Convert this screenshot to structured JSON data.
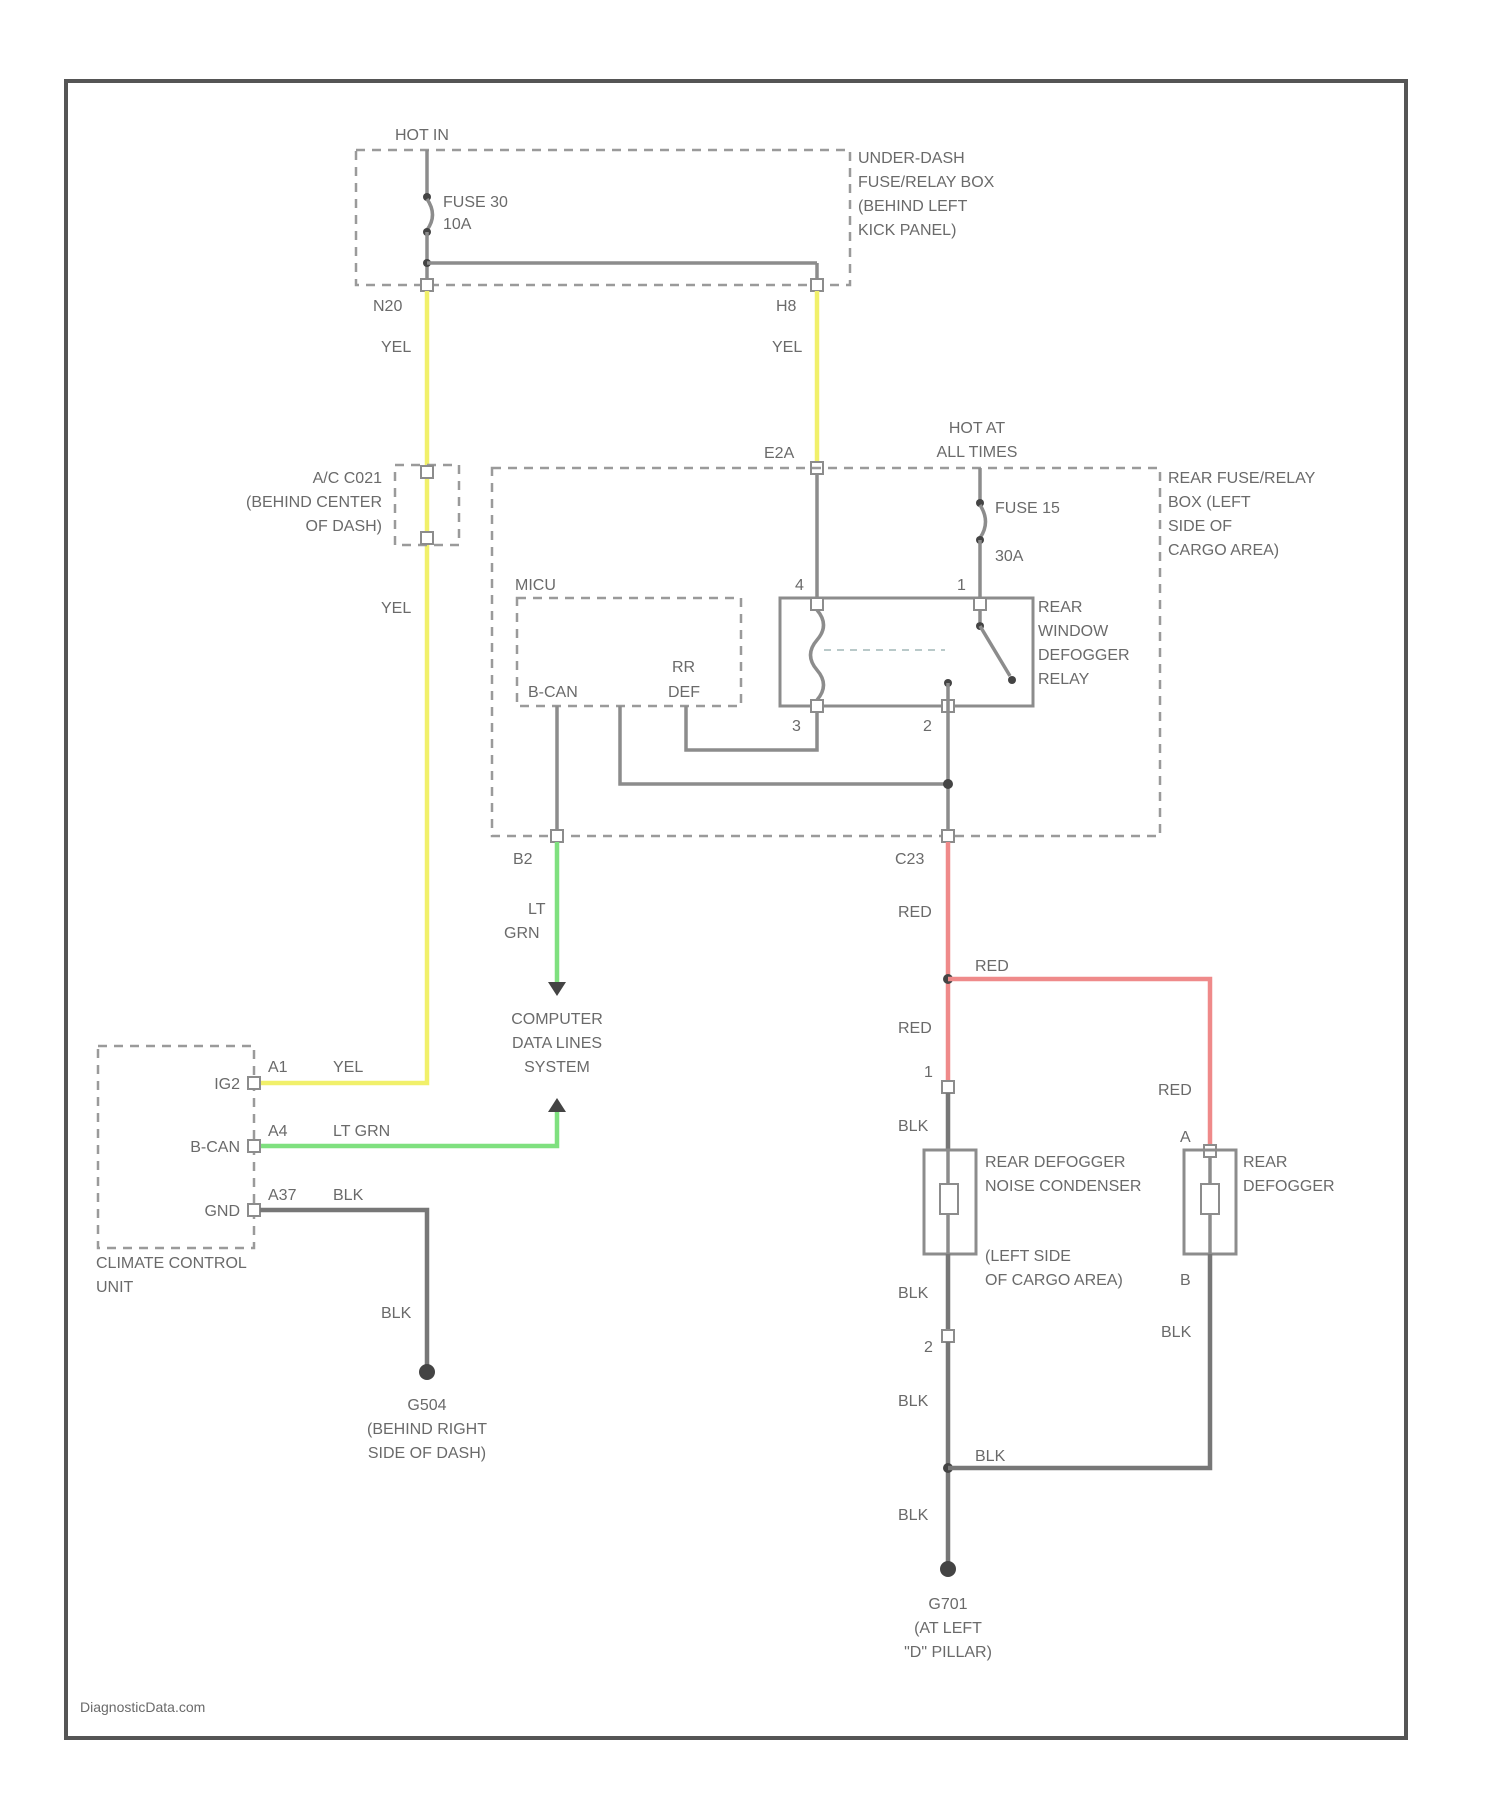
{
  "labels": {
    "hot_in": "HOT IN",
    "fuse_30": "FUSE 30",
    "fuse_30_amp": "10A",
    "under_dash_box": [
      "UNDER-DASH",
      "FUSE/RELAY BOX",
      "(BEHIND LEFT",
      "KICK PANEL)"
    ],
    "pin_n20": "N20",
    "pin_h8": "H8",
    "wire_yel": "YEL",
    "pin_e2a": "E2A",
    "hot_at_all_times": [
      "HOT AT",
      "ALL TIMES"
    ],
    "rear_fuse_box": [
      "REAR FUSE/RELAY",
      "BOX (LEFT",
      "SIDE OF",
      "CARGO AREA)"
    ],
    "fuse_15": "FUSE 15",
    "fuse_15_amp": "30A",
    "ac_c021": [
      "A/C C021",
      "(BEHIND CENTER",
      "OF DASH)"
    ],
    "mcu": "MICU",
    "b_can": "B-CAN",
    "rr_def": [
      "RR",
      "DEF"
    ],
    "relay_name": [
      "REAR",
      "WINDOW",
      "DEFOGGER",
      "RELAY"
    ],
    "pin_relay_4": "4",
    "pin_relay_1": "1",
    "pin_relay_3": "3",
    "pin_relay_2": "2",
    "pin_b2": "B2",
    "pin_c23": "C23",
    "wire_lt_grn": [
      "LT",
      "GRN"
    ],
    "wire_red": "RED",
    "computer_data_lines": [
      "COMPUTER",
      "DATA LINES",
      "SYSTEM"
    ],
    "climate_unit": [
      "CLIMATE CONTROL",
      "UNIT"
    ],
    "ig2": "IG2",
    "bcan_pin": "B-CAN",
    "gnd": "GND",
    "pin_a1": "A1",
    "pin_a4": "A4",
    "pin_a37": "A37",
    "wire_yel_short": "YEL",
    "wire_lt_grn_short": "LT GRN",
    "wire_blk": "BLK",
    "g504": [
      "G504",
      "(BEHIND RIGHT",
      "SIDE OF DASH)"
    ],
    "noise_condenser": [
      "REAR DEFOGGER",
      "NOISE CONDENSER"
    ],
    "noise_condenser_loc": [
      "(LEFT SIDE",
      "OF CARGO AREA)"
    ],
    "rear_defogger": [
      "REAR",
      "DEFOGGER"
    ],
    "pin_nc_1": "1",
    "pin_nc_2": "2",
    "pin_def_a": "A",
    "pin_def_b": "B",
    "g701": [
      "G701",
      "(AT LEFT",
      "\"D\" PILLAR)"
    ],
    "watermark": "DiagnosticData.com"
  },
  "colors": {
    "yellow_wire": "#f1f06a",
    "green_wire": "#7fe07f",
    "red_wire": "#ef8a8a",
    "gray_wire": "#8c8c8c",
    "black_wire": "#777777"
  }
}
